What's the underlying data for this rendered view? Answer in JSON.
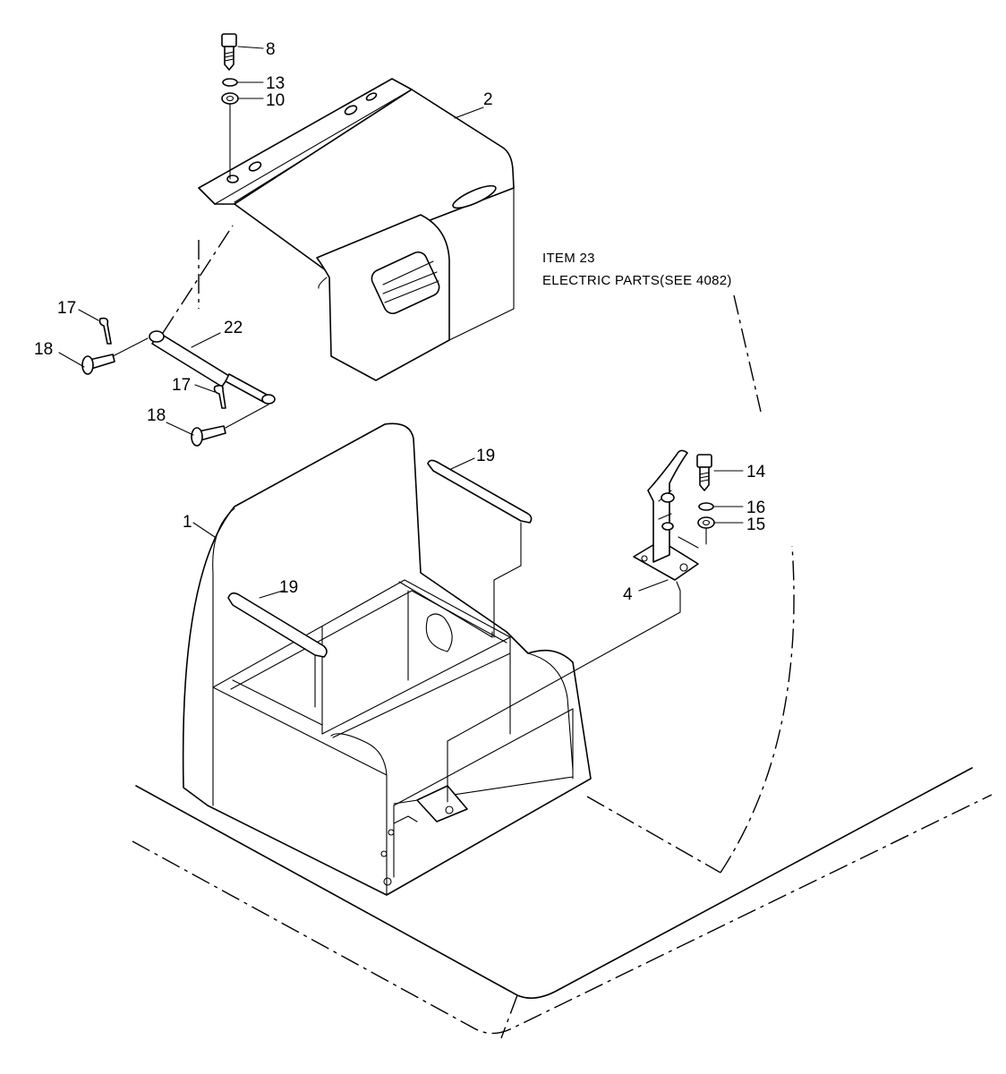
{
  "note": {
    "line1": "ITEM 23",
    "line2": "ELECTRIC PARTS(SEE 4082)"
  },
  "callouts": {
    "c8": "8",
    "c13": "13",
    "c10": "10",
    "c2": "2",
    "c17a": "17",
    "c22": "22",
    "c18a": "18",
    "c17b": "17",
    "c18b": "18",
    "c19a": "19",
    "c19b": "19",
    "c1": "1",
    "c14": "14",
    "c16": "16",
    "c15": "15",
    "c4": "4"
  }
}
